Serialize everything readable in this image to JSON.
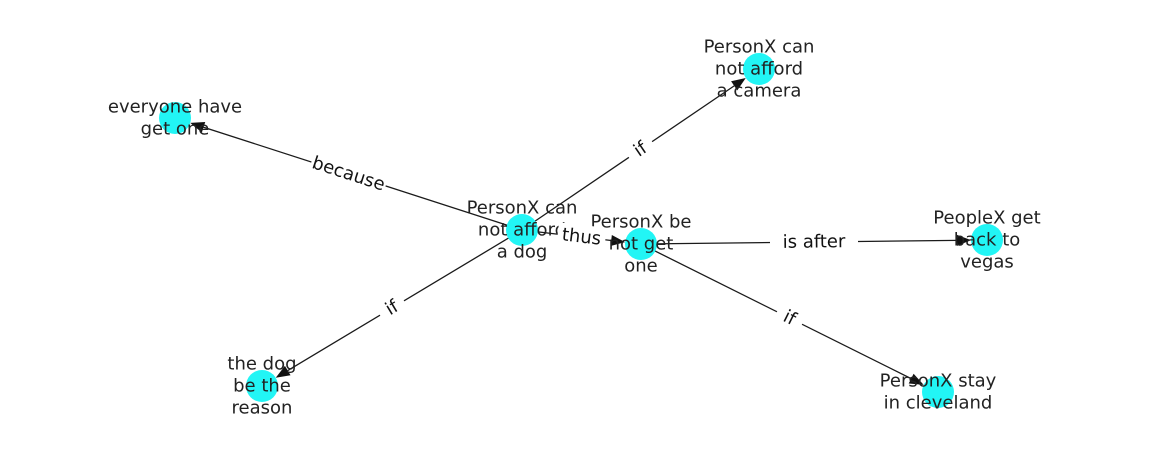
{
  "colors": {
    "node_fill": "#22f5f5",
    "edge": "#1a1a1a",
    "text": "#222222",
    "background": "#ffffff"
  },
  "nodes": [
    {
      "id": "dog",
      "label_lines": [
        "PersonX can",
        "not afford",
        "a dog"
      ]
    },
    {
      "id": "camera",
      "label_lines": [
        "PersonX can",
        "not afford",
        "a camera"
      ]
    },
    {
      "id": "everyone",
      "label_lines": [
        "everyone have",
        "get one"
      ]
    },
    {
      "id": "notget",
      "label_lines": [
        "PersonX be",
        "not get",
        "one"
      ]
    },
    {
      "id": "vegas",
      "label_lines": [
        "PeopleX get",
        "back to",
        "vegas"
      ]
    },
    {
      "id": "reason",
      "label_lines": [
        "the dog",
        "be the",
        "reason"
      ]
    },
    {
      "id": "cleveland",
      "label_lines": [
        "PersonX stay",
        "in cleveland"
      ]
    }
  ],
  "edges": [
    {
      "source": "dog",
      "target": "camera",
      "label": "if"
    },
    {
      "source": "dog",
      "target": "everyone",
      "label": "because"
    },
    {
      "source": "dog",
      "target": "notget",
      "label": "thus"
    },
    {
      "source": "dog",
      "target": "reason",
      "label": "if"
    },
    {
      "source": "notget",
      "target": "vegas",
      "label": "is after"
    },
    {
      "source": "notget",
      "target": "cleveland",
      "label": "if"
    }
  ]
}
